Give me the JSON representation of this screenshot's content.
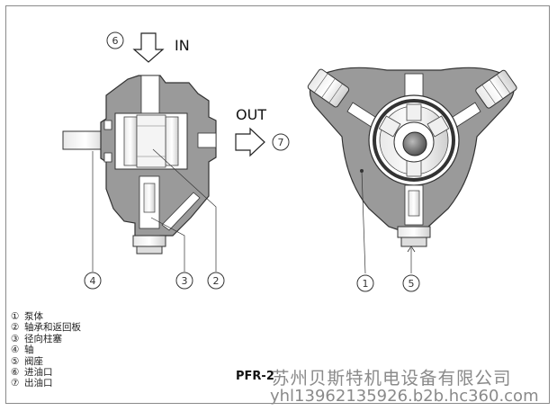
{
  "flow": {
    "in_label": "IN",
    "out_label": "OUT"
  },
  "callouts": {
    "c1": "1",
    "c2": "2",
    "c3": "3",
    "c4": "4",
    "c5": "5",
    "c6": "6",
    "c7": "7"
  },
  "legend": [
    {
      "num": "①",
      "text": "泵体"
    },
    {
      "num": "②",
      "text": "轴承和返回板"
    },
    {
      "num": "③",
      "text": "径向柱塞"
    },
    {
      "num": "④",
      "text": "轴"
    },
    {
      "num": "⑤",
      "text": "阀座"
    },
    {
      "num": "⑥",
      "text": "进油口"
    },
    {
      "num": "⑦",
      "text": "出油口"
    }
  ],
  "model_label": "PFR-2",
  "watermark": {
    "line1": "苏州贝斯特机电设备有限公司",
    "line2": "yhl13962135926.b2b.hc360.com"
  },
  "colors": {
    "body_fill": "#9a9a9a",
    "hole_fill": "#ffffff",
    "outline": "#333333"
  }
}
